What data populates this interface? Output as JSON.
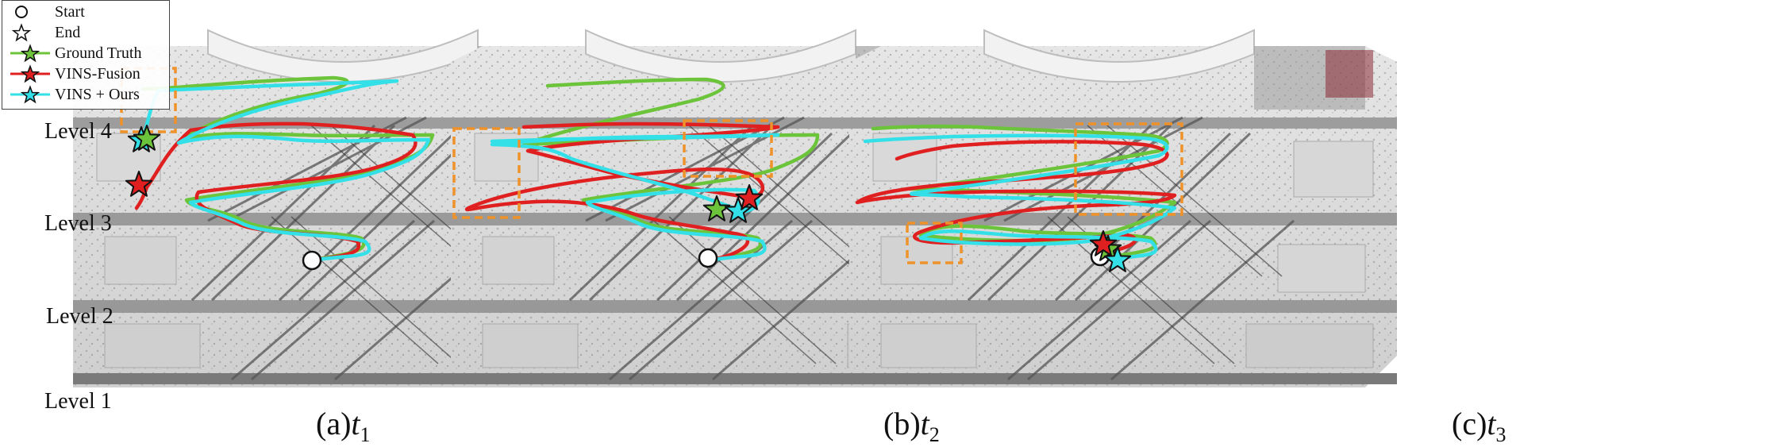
{
  "legend": {
    "items": [
      {
        "label": "Start",
        "marker": "circle",
        "line_color": null,
        "fill": "#ffffff"
      },
      {
        "label": "End",
        "marker": "star",
        "line_color": null,
        "fill": "#ffffff"
      },
      {
        "label": "Ground Truth",
        "marker": "star",
        "line_color": "#6cc43a",
        "fill": "#6cc43a"
      },
      {
        "label": "VINS-Fusion",
        "marker": "star",
        "line_color": "#e02020",
        "fill": "#e02020"
      },
      {
        "label": "VINS + Ours",
        "marker": "star",
        "line_color": "#33e0e8",
        "fill": "#33e0e8"
      }
    ]
  },
  "levels": [
    "Level 4",
    "Level 3",
    "Level 2",
    "Level 1"
  ],
  "panels": [
    {
      "caption": "(a)",
      "var": "t",
      "sub": "1"
    },
    {
      "caption": "(b)",
      "var": "t",
      "sub": "2"
    },
    {
      "caption": "(c)",
      "var": "t",
      "sub": "3"
    }
  ],
  "colors": {
    "ground_truth": "#6cc43a",
    "vins_fusion": "#e02020",
    "vins_ours": "#33e0e8",
    "highlight_box": "#f0922a"
  }
}
